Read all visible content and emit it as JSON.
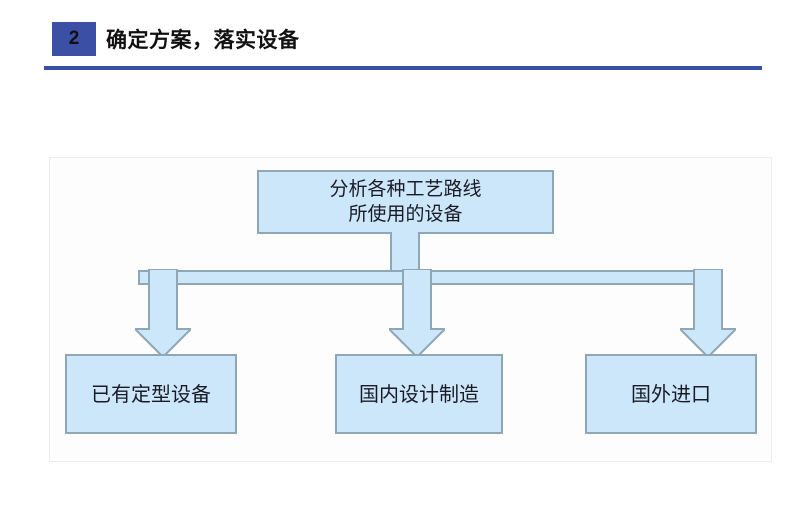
{
  "header": {
    "step_number": "2",
    "title": "确定方案，落实设备",
    "accent_color": "#3b4fa5"
  },
  "diagram": {
    "fill_color": "#cce7f9",
    "stroke_color": "#8fa6b4",
    "root": {
      "line1": "分析各种工艺路线",
      "line2": "所使用的设备"
    },
    "branches": [
      {
        "label": "已有定型设备"
      },
      {
        "label": "国内设计制造"
      },
      {
        "label": "国外进口"
      }
    ]
  }
}
